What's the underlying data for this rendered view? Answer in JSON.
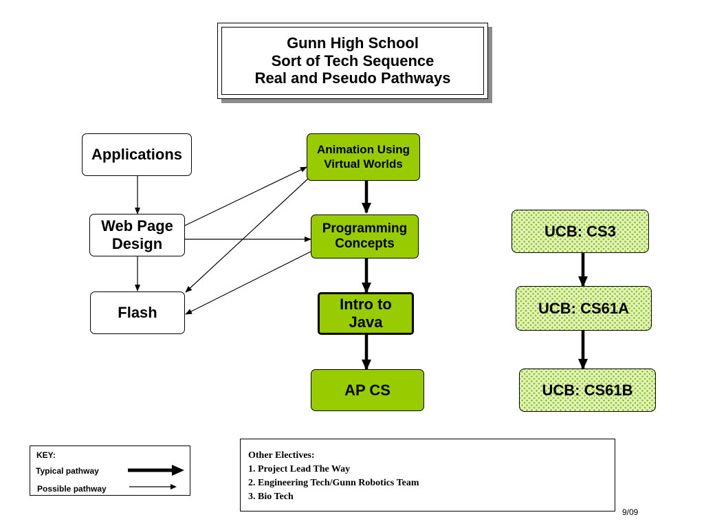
{
  "title": {
    "line1": "Gunn High School",
    "line2": "Sort of Tech Sequence",
    "line3": "Real and Pseudo Pathways"
  },
  "nodes": {
    "applications": "Applications",
    "web_page_design": {
      "line1": "Web Page",
      "line2": "Design"
    },
    "flash": "Flash",
    "animation": {
      "line1": "Animation Using",
      "line2": "Virtual Worlds"
    },
    "programming": {
      "line1": "Programming",
      "line2": "Concepts"
    },
    "intro_java": {
      "line1": "Intro to",
      "line2": "Java"
    },
    "ap_cs": "AP CS",
    "ucb_cs3": "UCB: CS3",
    "ucb_cs61a": "UCB: CS61A",
    "ucb_cs61b": "UCB: CS61B"
  },
  "key": {
    "heading": "KEY:",
    "typical": "Typical pathway",
    "possible": "Possible pathway"
  },
  "electives": {
    "heading": "Other Electives:",
    "items": [
      "1. Project Lead The Way",
      "2. Engineering Tech/Gunn Robotics Team",
      "3. Bio Tech"
    ]
  },
  "footer_date": "9/09",
  "colors": {
    "course_green": "#99cc00",
    "ucb_pattern": "#8fc43a",
    "border": "#000000",
    "title_shadow": "#8c8c8c"
  }
}
